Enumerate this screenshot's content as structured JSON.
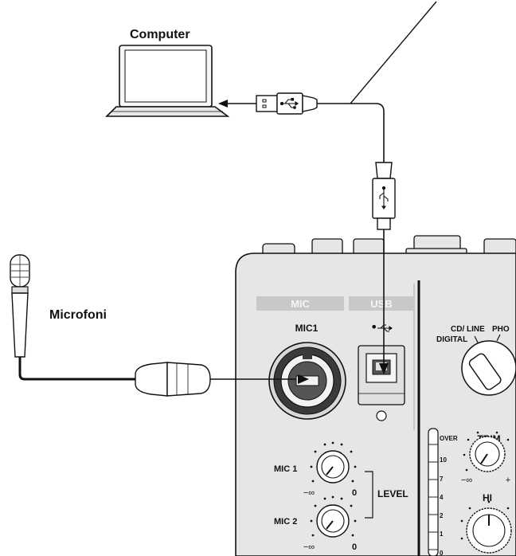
{
  "labels": {
    "computer": "Computer",
    "microphone": "Microfoni",
    "mic_section": "MIC",
    "usb_section": "USB",
    "mic1_jack": "MIC1",
    "mic1_knob": "MIC 1",
    "mic2_knob": "MIC 2",
    "level": "LEVEL",
    "minus_inf": "−∞",
    "zero": "0",
    "input_selector_top": "CD/ LINE",
    "input_selector_right": "PHO",
    "input_selector_left": "DIGITAL",
    "trim": "TRIM",
    "hi": "HI",
    "plus": "+"
  },
  "meter_scale": [
    "OVER",
    "10",
    "7",
    "4",
    "2",
    "1",
    "0"
  ],
  "colors": {
    "panel": "#e6e6e6",
    "section_header": "#c8c8c8",
    "line": "#111111"
  },
  "icons": [
    "laptop-icon",
    "usb-plug-icon",
    "microphone-icon",
    "xlr-plug-icon",
    "usb-symbol-icon"
  ]
}
